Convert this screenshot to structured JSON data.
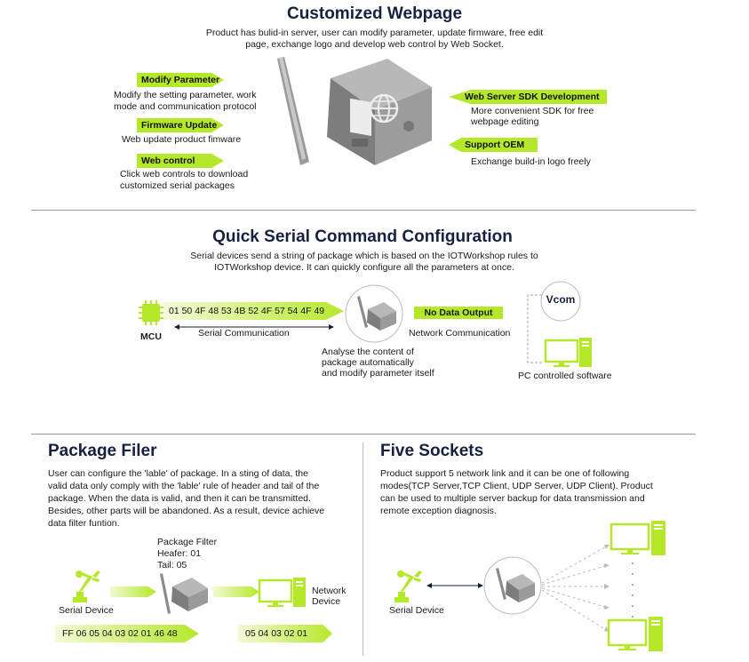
{
  "section1": {
    "title": "Customized Webpage",
    "desc_line1": "Product has bulid-in server, user can modify parameter, update firmware, free edit",
    "desc_line2": "page, exchange logo and develop web control by Web Socket.",
    "modify": {
      "label": "Modify Parameter",
      "line1": "Modify the setting parameter, work",
      "line2": "mode and communication protocol"
    },
    "firmware": {
      "label": "Firmware Update",
      "line1": "Web update product fimware"
    },
    "webctl": {
      "label": "Web control",
      "line1": "Click web controls to download",
      "line2": "customized serial packages"
    },
    "sdk": {
      "label": "Web Server SDK Development",
      "line1": "More convenient SDK for free",
      "line2": "webpage editing"
    },
    "oem": {
      "label": "Support OEM",
      "line1": "Exchange build-in logo freely"
    }
  },
  "section2": {
    "title": "Quick Serial Command Configuration",
    "desc_line1": "Serial devices send a string of package which is based on the IOTWorkshop rules to",
    "desc_line2": "IOTWorkshop device. It can quickly configure all the parameters at once.",
    "hex": "01 50 4F 48 53 4B 52 4F 57 54 4F 49",
    "mcu": "MCU",
    "serial_comm": "Serial Communication",
    "analyse_line1": "Analyse the content of",
    "analyse_line2": "package automatically",
    "analyse_line3": "and modify parameter itself",
    "no_data": "No Data Output",
    "network_comm": "Network Communication",
    "vcom": "Vcom",
    "pc_software": "PC controlled software"
  },
  "section3": {
    "title": "Package Filer",
    "desc": [
      "User can configure the 'lable' of package. In a sting of data, the",
      "valid data only comply with the 'lable' rule of header and tail of the",
      "package. When the data is valid, and then it can be transmitted.",
      "Besides, other parts will be abandoned. As a result, device achieve",
      "data filter funtion."
    ],
    "filter_title": "Package Filter",
    "filter_header": "Heafer:  01",
    "filter_tail": "Tail:  05",
    "serial_device": "Serial Device",
    "network_line1": "Network",
    "network_line2": "Device",
    "input_data": "FF 06 05 04 03 02 01 46 48",
    "output_data": "05 04 03 02 01"
  },
  "section4": {
    "title": "Five Sockets",
    "desc": [
      "Product support 5 network link and it can be one of following",
      "modes(TCP Server,TCP Client, UDP Server, UDP Client). Product",
      "can be used to multiple server backup for data transmission and",
      "remote exception diagnosis."
    ],
    "serial_device": "Serial Device"
  },
  "colors": {
    "accent": "#b6e82a",
    "title": "#15213f",
    "device": "#8a8a8a",
    "divider": "#9a9a9a"
  }
}
